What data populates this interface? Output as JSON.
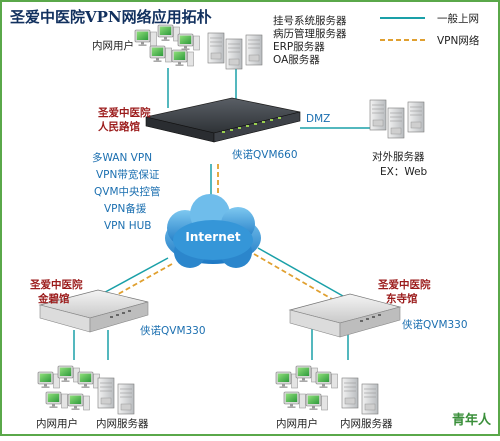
{
  "title": "圣爱中医院VPN网络应用拓朴",
  "legend": {
    "normal": "一般上网",
    "vpn": "VPN网络"
  },
  "hq": {
    "name_line1": "圣爱中医院",
    "name_line2": "人民路馆",
    "device": "侠诺QVM660",
    "lan_users": "内网用户",
    "servers": [
      "挂号系统服务器",
      "病历管理服务器",
      "ERP服务器",
      "OA服务器"
    ],
    "dmz": "DMZ",
    "external_server": "对外服务器",
    "external_server_ex": "EX：Web",
    "features": [
      "多WAN VPN",
      "VPN带宽保证",
      "QVM中央控管",
      "VPN备援",
      "VPN HUB"
    ]
  },
  "internet": "Internet",
  "branch_left": {
    "name_line1": "圣爱中医院",
    "name_line2": "金碧馆",
    "device": "侠诺QVM330",
    "lan_users": "内网用户",
    "servers": "内网服务器"
  },
  "branch_right": {
    "name_line1": "圣爱中医院",
    "name_line2": "东寺馆",
    "device": "侠诺QVM330",
    "lan_users": "内网用户",
    "servers": "内网服务器"
  },
  "watermark": "青年人",
  "colors": {
    "normal_line": "#1aa0a8",
    "vpn_line": "#e0a030",
    "accent_blue": "#1b6fb0",
    "accent_red": "#9b1b1b",
    "border": "#5aa84a"
  }
}
